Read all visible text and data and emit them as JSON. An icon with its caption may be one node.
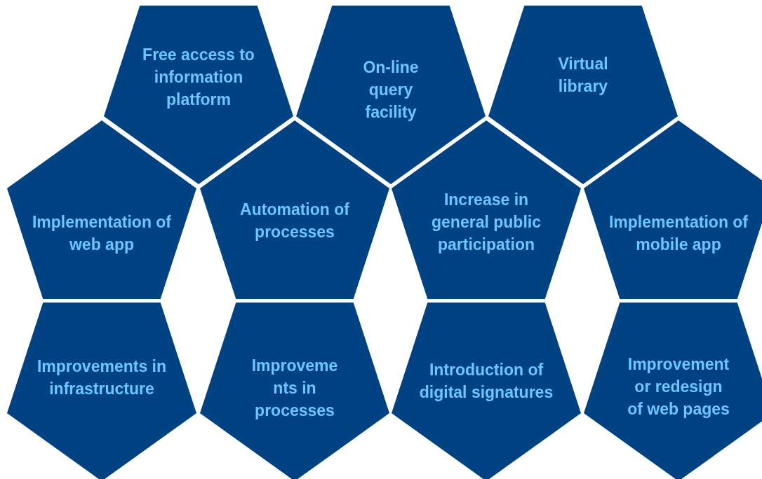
{
  "diagram": {
    "nodes": [
      {
        "text": [
          "Free access to information platform"
        ]
      },
      {
        "text": [
          "On-line query facility"
        ]
      },
      {
        "text": [
          "Virtual library"
        ]
      },
      {
        "text": [
          "Implementation of web app"
        ]
      },
      {
        "text": [
          "Automation of processes"
        ]
      },
      {
        "text": [
          "Increase in general public participation"
        ]
      },
      {
        "text": [
          "Implementation of mobile app"
        ]
      },
      {
        "text": [
          "Improvements in infrastructure"
        ]
      },
      {
        "text": [
          "Improveme nts in processes"
        ]
      },
      {
        "text": [
          "Introduction of digital signatures"
        ]
      },
      {
        "text": [
          "Improvement or redesign of web pages"
        ]
      }
    ]
  }
}
